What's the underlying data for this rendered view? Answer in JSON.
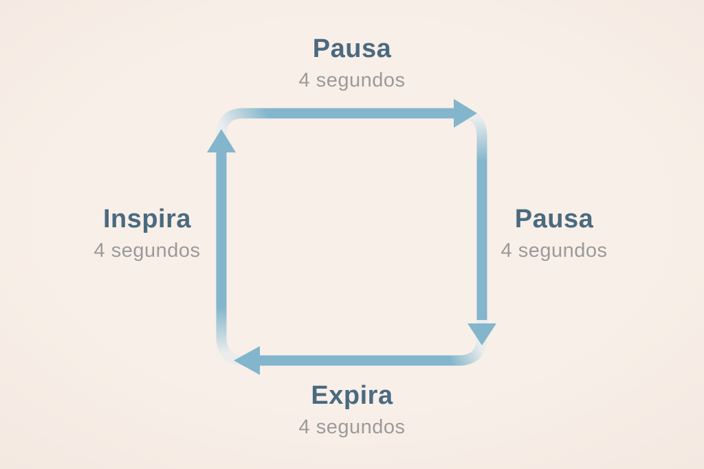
{
  "diagram": {
    "steps": {
      "top": {
        "label": "Pausa",
        "duration": "4 segundos"
      },
      "right": {
        "label": "Pausa",
        "duration": "4 segundos"
      },
      "bottom": {
        "label": "Expira",
        "duration": "4 segundos"
      },
      "left": {
        "label": "Inspira",
        "duration": "4 segundos"
      }
    },
    "cycle": {
      "direction": "clockwise",
      "sides": [
        {
          "position": "left",
          "arrow_direction": "up"
        },
        {
          "position": "top",
          "arrow_direction": "right"
        },
        {
          "position": "right",
          "arrow_direction": "down"
        },
        {
          "position": "bottom",
          "arrow_direction": "left"
        }
      ]
    }
  },
  "colors": {
    "background": "#f8efe8",
    "background_edge": "#f3e8e0",
    "arrow": "#83b5cc",
    "arrow_fade": "#ebedec",
    "label": "#4a6a80",
    "sublabel": "#9b9a9a"
  }
}
